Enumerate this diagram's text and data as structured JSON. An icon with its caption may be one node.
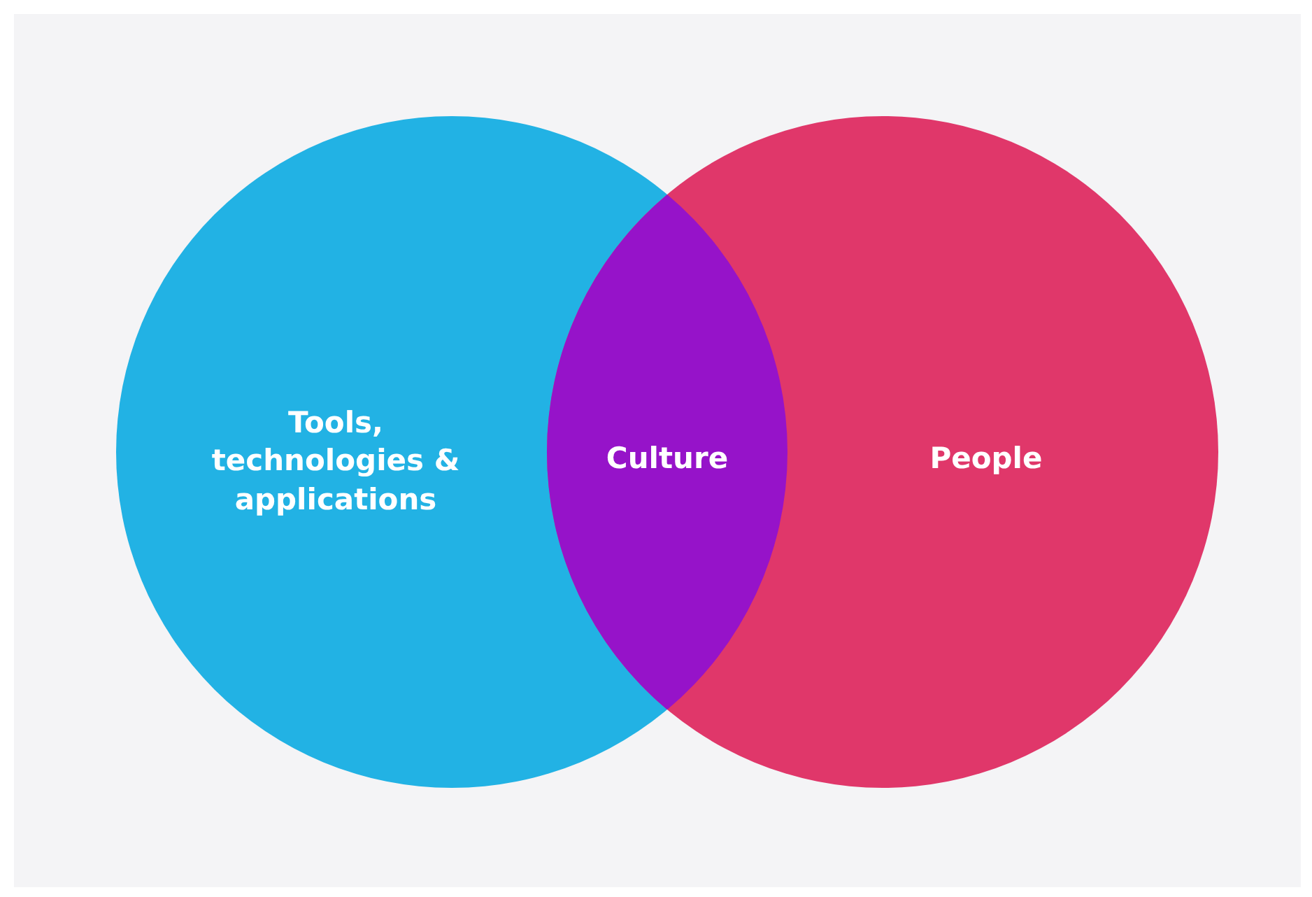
{
  "diagram": {
    "nodes": [
      {
        "text": [
          "Tools, technologies & applications"
        ]
      },
      {
        "text": [
          "Culture"
        ]
      },
      {
        "text": [
          "People"
        ]
      }
    ],
    "edges": []
  }
}
